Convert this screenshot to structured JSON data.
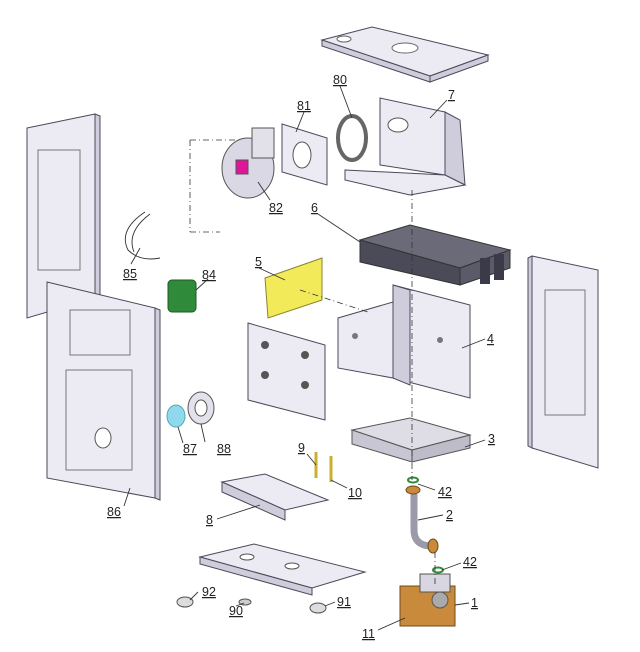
{
  "diagram": {
    "labels": [
      {
        "id": "callout-1",
        "text": "1"
      },
      {
        "id": "callout-2",
        "text": "2"
      },
      {
        "id": "callout-3",
        "text": "3"
      },
      {
        "id": "callout-4",
        "text": "4"
      },
      {
        "id": "callout-5",
        "text": "5"
      },
      {
        "id": "callout-6",
        "text": "6"
      },
      {
        "id": "callout-7",
        "text": "7"
      },
      {
        "id": "callout-8",
        "text": "8"
      },
      {
        "id": "callout-9",
        "text": "9"
      },
      {
        "id": "callout-10",
        "text": "10"
      },
      {
        "id": "callout-11",
        "text": "11"
      },
      {
        "id": "callout-42a",
        "text": "42"
      },
      {
        "id": "callout-42b",
        "text": "42"
      },
      {
        "id": "callout-80",
        "text": "80"
      },
      {
        "id": "callout-81",
        "text": "81"
      },
      {
        "id": "callout-82",
        "text": "82"
      },
      {
        "id": "callout-84",
        "text": "84"
      },
      {
        "id": "callout-85",
        "text": "85"
      },
      {
        "id": "callout-86",
        "text": "86"
      },
      {
        "id": "callout-87",
        "text": "87"
      },
      {
        "id": "callout-88",
        "text": "88"
      },
      {
        "id": "callout-90",
        "text": "90"
      },
      {
        "id": "callout-91",
        "text": "91"
      },
      {
        "id": "callout-92",
        "text": "92"
      }
    ],
    "colors": {
      "panel": "#ecebf3",
      "outline": "#4a4a5a",
      "filter": "#f3ea5a",
      "fan_accent": "#e0169a",
      "sensor": "#2f8a3a",
      "window": "#8fd8ee",
      "brass": "#c98a3c"
    }
  }
}
